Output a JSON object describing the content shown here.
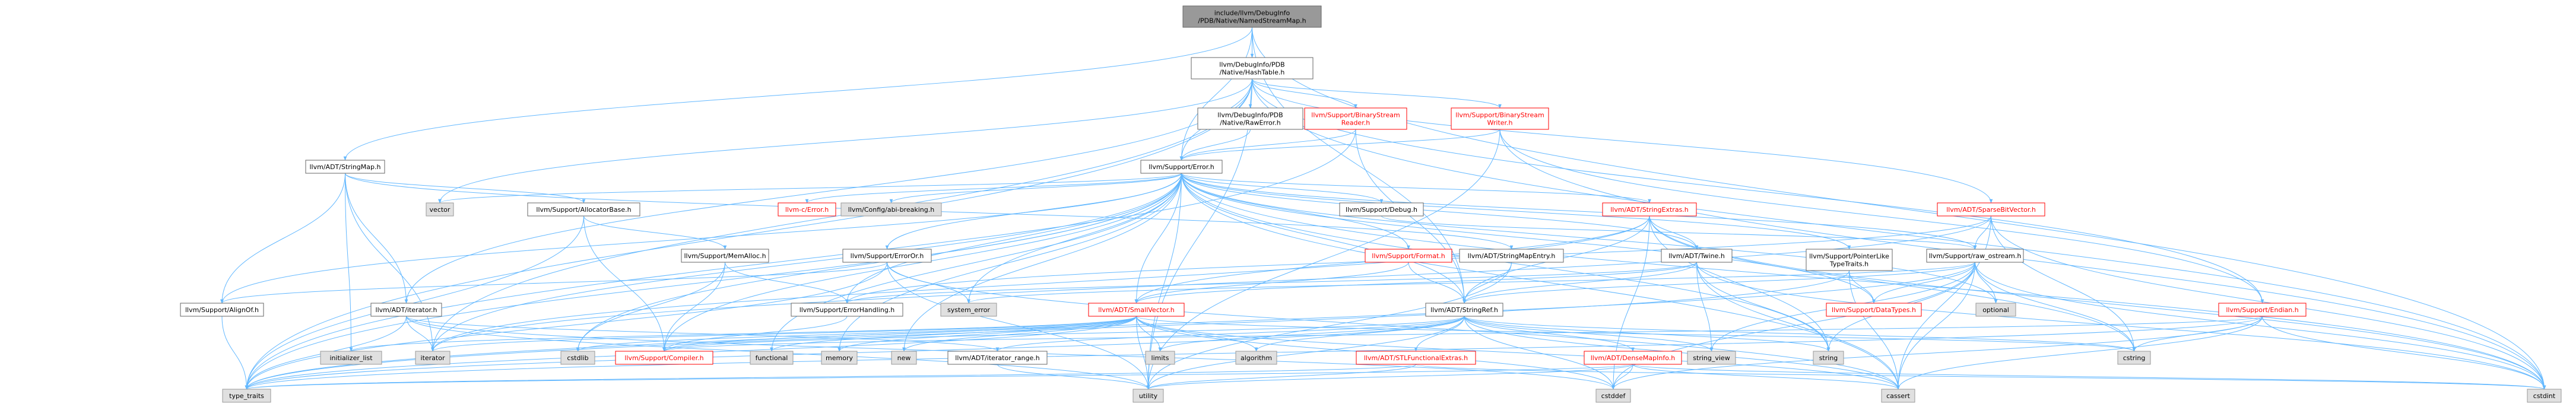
{
  "colors": {
    "root_fill": "#999999",
    "local_fill": "#ffffff",
    "local_stroke": "#666666",
    "local_text": "#000000",
    "red_text": "#ff0000",
    "red_stroke": "#ff0000",
    "system_fill": "#e0e0e0",
    "system_stroke": "#999999",
    "edge": "#63b8ff"
  },
  "graph": {
    "nodes": [
      {
        "id": "root",
        "kind": "root",
        "lines": [
          "include/llvm/DebugInfo",
          "/PDB/Native/NamedStreamMap.h"
        ]
      },
      {
        "id": "hashtable",
        "kind": "local",
        "lines": [
          "llvm/DebugInfo/PDB",
          "/Native/HashTable.h"
        ]
      },
      {
        "id": "rawerror",
        "kind": "local",
        "lines": [
          "llvm/DebugInfo/PDB",
          "/Native/RawError.h"
        ]
      },
      {
        "id": "bsreader",
        "kind": "red",
        "lines": [
          "llvm/Support/BinaryStream",
          "Reader.h"
        ]
      },
      {
        "id": "bswriter",
        "kind": "red",
        "lines": [
          "llvm/Support/BinaryStream",
          "Writer.h"
        ]
      },
      {
        "id": "stringmap",
        "kind": "local",
        "lines": [
          "llvm/ADT/StringMap.h"
        ]
      },
      {
        "id": "error",
        "kind": "local",
        "lines": [
          "llvm/Support/Error.h"
        ]
      },
      {
        "id": "vector",
        "kind": "system",
        "lines": [
          "vector"
        ]
      },
      {
        "id": "allocbase",
        "kind": "local",
        "lines": [
          "llvm/Support/AllocatorBase.h"
        ]
      },
      {
        "id": "memalloc",
        "kind": "local",
        "lines": [
          "llvm/Support/MemAlloc.h"
        ]
      },
      {
        "id": "cerror",
        "kind": "red",
        "lines": [
          "llvm-c/Error.h"
        ]
      },
      {
        "id": "abibreak",
        "kind": "system",
        "lines": [
          "llvm/Config/abi-breaking.h"
        ]
      },
      {
        "id": "debug",
        "kind": "local",
        "lines": [
          "llvm/Support/Debug.h"
        ]
      },
      {
        "id": "format",
        "kind": "red",
        "lines": [
          "llvm/Support/Format.h"
        ]
      },
      {
        "id": "strmapentry",
        "kind": "local",
        "lines": [
          "llvm/ADT/StringMapEntry.h"
        ]
      },
      {
        "id": "stringextras",
        "kind": "red",
        "lines": [
          "llvm/ADT/StringExtras.h"
        ]
      },
      {
        "id": "twine",
        "kind": "local",
        "lines": [
          "llvm/ADT/Twine.h"
        ]
      },
      {
        "id": "ptrlike",
        "kind": "local",
        "lines": [
          "llvm/Support/PointerLike",
          "TypeTraits.h"
        ]
      },
      {
        "id": "sparsebv",
        "kind": "red",
        "lines": [
          "llvm/ADT/SparseBitVector.h"
        ]
      },
      {
        "id": "rawostream",
        "kind": "local",
        "lines": [
          "llvm/Support/raw_ostream.h"
        ]
      },
      {
        "id": "erroror",
        "kind": "local",
        "lines": [
          "llvm/Support/ErrorOr.h"
        ]
      },
      {
        "id": "alignof",
        "kind": "local",
        "lines": [
          "llvm/Support/AlignOf.h"
        ]
      },
      {
        "id": "iterator",
        "kind": "local",
        "lines": [
          "llvm/ADT/iterator.h"
        ]
      },
      {
        "id": "errhandling",
        "kind": "local",
        "lines": [
          "llvm/Support/ErrorHandling.h"
        ]
      },
      {
        "id": "systemerror",
        "kind": "system",
        "lines": [
          "system_error"
        ]
      },
      {
        "id": "smallvector",
        "kind": "red",
        "lines": [
          "llvm/ADT/SmallVector.h"
        ]
      },
      {
        "id": "stringref",
        "kind": "local",
        "lines": [
          "llvm/ADT/StringRef.h"
        ]
      },
      {
        "id": "datatypes",
        "kind": "red",
        "lines": [
          "llvm/Support/DataTypes.h"
        ]
      },
      {
        "id": "optional",
        "kind": "system",
        "lines": [
          "optional"
        ]
      },
      {
        "id": "endian",
        "kind": "red",
        "lines": [
          "llvm/Support/Endian.h"
        ]
      },
      {
        "id": "initlist",
        "kind": "system",
        "lines": [
          "initializer_list"
        ]
      },
      {
        "id": "iteratorstd",
        "kind": "system",
        "lines": [
          "iterator"
        ]
      },
      {
        "id": "cstdlib",
        "kind": "system",
        "lines": [
          "cstdlib"
        ]
      },
      {
        "id": "compiler",
        "kind": "red",
        "lines": [
          "llvm/Support/Compiler.h"
        ]
      },
      {
        "id": "functional",
        "kind": "system",
        "lines": [
          "functional"
        ]
      },
      {
        "id": "memory",
        "kind": "system",
        "lines": [
          "memory"
        ]
      },
      {
        "id": "new",
        "kind": "system",
        "lines": [
          "new"
        ]
      },
      {
        "id": "iterrange",
        "kind": "local",
        "lines": [
          "llvm/ADT/iterator_range.h"
        ]
      },
      {
        "id": "limits",
        "kind": "system",
        "lines": [
          "limits"
        ]
      },
      {
        "id": "algorithm",
        "kind": "system",
        "lines": [
          "algorithm"
        ]
      },
      {
        "id": "stlfunc",
        "kind": "red",
        "lines": [
          "llvm/ADT/STLFunctionalExtras.h"
        ]
      },
      {
        "id": "densemapinfo",
        "kind": "red",
        "lines": [
          "llvm/ADT/DenseMapInfo.h"
        ]
      },
      {
        "id": "stringview",
        "kind": "system",
        "lines": [
          "string_view"
        ]
      },
      {
        "id": "string",
        "kind": "system",
        "lines": [
          "string"
        ]
      },
      {
        "id": "cstring",
        "kind": "system",
        "lines": [
          "cstring"
        ]
      },
      {
        "id": "typetraits",
        "kind": "system",
        "lines": [
          "type_traits"
        ]
      },
      {
        "id": "utility",
        "kind": "system",
        "lines": [
          "utility"
        ]
      },
      {
        "id": "cstddef",
        "kind": "system",
        "lines": [
          "cstddef"
        ]
      },
      {
        "id": "cassert",
        "kind": "system",
        "lines": [
          "cassert"
        ]
      },
      {
        "id": "cstdint",
        "kind": "system",
        "lines": [
          "cstdint"
        ]
      }
    ],
    "edges": [
      [
        "root",
        "hashtable"
      ],
      [
        "root",
        "stringmap"
      ],
      [
        "root",
        "error"
      ],
      [
        "root",
        "stringref"
      ],
      [
        "root",
        "cstdint"
      ],
      [
        "hashtable",
        "rawerror"
      ],
      [
        "hashtable",
        "bsreader"
      ],
      [
        "hashtable",
        "bswriter"
      ],
      [
        "hashtable",
        "error"
      ],
      [
        "hashtable",
        "sparsebv"
      ],
      [
        "hashtable",
        "iterator"
      ],
      [
        "hashtable",
        "endian"
      ],
      [
        "hashtable",
        "cstdint"
      ],
      [
        "hashtable",
        "iteratorstd"
      ],
      [
        "hashtable",
        "utility"
      ],
      [
        "hashtable",
        "vector"
      ],
      [
        "hashtable",
        "typetraits"
      ],
      [
        "rawerror",
        "error"
      ],
      [
        "bsreader",
        "error"
      ],
      [
        "bsreader",
        "stringref"
      ],
      [
        "bsreader",
        "typetraits"
      ],
      [
        "bswriter",
        "error"
      ],
      [
        "bswriter",
        "endian"
      ],
      [
        "bswriter",
        "cstdint"
      ],
      [
        "bswriter",
        "utility"
      ],
      [
        "stringmap",
        "allocbase"
      ],
      [
        "stringmap",
        "strmapentry"
      ],
      [
        "stringmap",
        "iterator"
      ],
      [
        "stringmap",
        "initlist"
      ],
      [
        "stringmap",
        "iteratorstd"
      ],
      [
        "stringmap",
        "alignof"
      ],
      [
        "allocbase",
        "memalloc"
      ],
      [
        "allocbase",
        "compiler"
      ],
      [
        "allocbase",
        "typetraits"
      ],
      [
        "memalloc",
        "compiler"
      ],
      [
        "memalloc",
        "errhandling"
      ],
      [
        "memalloc",
        "cstdlib"
      ],
      [
        "error",
        "vector"
      ],
      [
        "error",
        "cerror"
      ],
      [
        "error",
        "abibreak"
      ],
      [
        "error",
        "debug"
      ],
      [
        "error",
        "format"
      ],
      [
        "error",
        "stringextras"
      ],
      [
        "error",
        "twine"
      ],
      [
        "error",
        "ptrlike"
      ],
      [
        "error",
        "rawostream"
      ],
      [
        "error",
        "erroror"
      ],
      [
        "error",
        "alignof"
      ],
      [
        "error",
        "errhandling"
      ],
      [
        "error",
        "systemerror"
      ],
      [
        "error",
        "smallvector"
      ],
      [
        "error",
        "stringref"
      ],
      [
        "error",
        "datatypes"
      ],
      [
        "error",
        "optional"
      ],
      [
        "error",
        "compiler"
      ],
      [
        "error",
        "cstdlib"
      ],
      [
        "error",
        "new"
      ],
      [
        "error",
        "memory"
      ],
      [
        "error",
        "functional"
      ],
      [
        "error",
        "string"
      ],
      [
        "error",
        "cassert"
      ],
      [
        "error",
        "typetraits"
      ],
      [
        "error",
        "utility"
      ],
      [
        "error",
        "cstdint"
      ],
      [
        "error",
        "iteratorstd"
      ],
      [
        "debug",
        "rawostream"
      ],
      [
        "format",
        "stringref"
      ],
      [
        "format",
        "smallvector"
      ],
      [
        "strmapentry",
        "stringref"
      ],
      [
        "strmapentry",
        "utility"
      ],
      [
        "stringextras",
        "twine"
      ],
      [
        "stringextras",
        "stringref"
      ],
      [
        "stringextras",
        "smallvector"
      ],
      [
        "stringextras",
        "cstring"
      ],
      [
        "stringextras",
        "string"
      ],
      [
        "stringextras",
        "iteratorstd"
      ],
      [
        "stringextras",
        "cstdint"
      ],
      [
        "stringextras",
        "cstddef"
      ],
      [
        "twine",
        "smallvector"
      ],
      [
        "twine",
        "stringref"
      ],
      [
        "twine",
        "errhandling"
      ],
      [
        "twine",
        "cassert"
      ],
      [
        "twine",
        "cstdint"
      ],
      [
        "twine",
        "string"
      ],
      [
        "twine",
        "stringview"
      ],
      [
        "ptrlike",
        "datatypes"
      ],
      [
        "ptrlike",
        "cassert"
      ],
      [
        "ptrlike",
        "typetraits"
      ],
      [
        "sparsebv",
        "rawostream"
      ],
      [
        "sparsebv",
        "errhandling"
      ],
      [
        "sparsebv",
        "cassert"
      ],
      [
        "sparsebv",
        "cstring"
      ],
      [
        "sparsebv",
        "iteratorstd"
      ],
      [
        "sparsebv",
        "cstdint"
      ],
      [
        "rawostream",
        "stringref"
      ],
      [
        "rawostream",
        "datatypes"
      ],
      [
        "rawostream",
        "cassert"
      ],
      [
        "rawostream",
        "cstddef"
      ],
      [
        "rawostream",
        "cstdint"
      ],
      [
        "rawostream",
        "cstring"
      ],
      [
        "rawostream",
        "optional"
      ],
      [
        "rawostream",
        "string"
      ],
      [
        "rawostream",
        "stringview"
      ],
      [
        "rawostream",
        "systemerror"
      ],
      [
        "rawostream",
        "typetraits"
      ],
      [
        "erroror",
        "alignof"
      ],
      [
        "erroror",
        "cassert"
      ],
      [
        "erroror",
        "systemerror"
      ],
      [
        "erroror",
        "typetraits"
      ],
      [
        "erroror",
        "utility"
      ],
      [
        "alignof",
        "typetraits"
      ],
      [
        "iterator",
        "iterrange"
      ],
      [
        "iterator",
        "cstddef"
      ],
      [
        "iterator",
        "iteratorstd"
      ],
      [
        "iterator",
        "typetraits"
      ],
      [
        "iterator",
        "utility"
      ],
      [
        "errhandling",
        "compiler"
      ],
      [
        "smallvector",
        "compiler"
      ],
      [
        "smallvector",
        "typetraits"
      ],
      [
        "smallvector",
        "algorithm"
      ],
      [
        "smallvector",
        "cassert"
      ],
      [
        "smallvector",
        "cstddef"
      ],
      [
        "smallvector",
        "cstdlib"
      ],
      [
        "smallvector",
        "cstring"
      ],
      [
        "smallvector",
        "functional"
      ],
      [
        "smallvector",
        "initlist"
      ],
      [
        "smallvector",
        "iteratorstd"
      ],
      [
        "smallvector",
        "limits"
      ],
      [
        "smallvector",
        "memory"
      ],
      [
        "smallvector",
        "new"
      ],
      [
        "smallvector",
        "utility"
      ],
      [
        "stringref",
        "stlfunc"
      ],
      [
        "stringref",
        "densemapinfo"
      ],
      [
        "stringref",
        "iterrange"
      ],
      [
        "stringref",
        "compiler"
      ],
      [
        "stringref",
        "algorithm"
      ],
      [
        "stringref",
        "cassert"
      ],
      [
        "stringref",
        "cstddef"
      ],
      [
        "stringref",
        "cstring"
      ],
      [
        "stringref",
        "limits"
      ],
      [
        "stringref",
        "string"
      ],
      [
        "stringref",
        "stringview"
      ],
      [
        "stringref",
        "typetraits"
      ],
      [
        "stringref",
        "utility"
      ],
      [
        "stlfunc",
        "typetraits"
      ],
      [
        "stlfunc",
        "utility"
      ],
      [
        "stlfunc",
        "cstdint"
      ],
      [
        "densemapinfo",
        "cassert"
      ],
      [
        "densemapinfo",
        "cstddef"
      ],
      [
        "densemapinfo",
        "cstdint"
      ],
      [
        "densemapinfo",
        "utility"
      ],
      [
        "densemapinfo",
        "typetraits"
      ],
      [
        "endian",
        "compiler"
      ],
      [
        "endian",
        "cassert"
      ],
      [
        "endian",
        "cstddef"
      ],
      [
        "endian",
        "cstdint"
      ],
      [
        "endian",
        "cstring"
      ],
      [
        "endian",
        "typetraits"
      ],
      [
        "iterrange",
        "utility"
      ]
    ]
  }
}
